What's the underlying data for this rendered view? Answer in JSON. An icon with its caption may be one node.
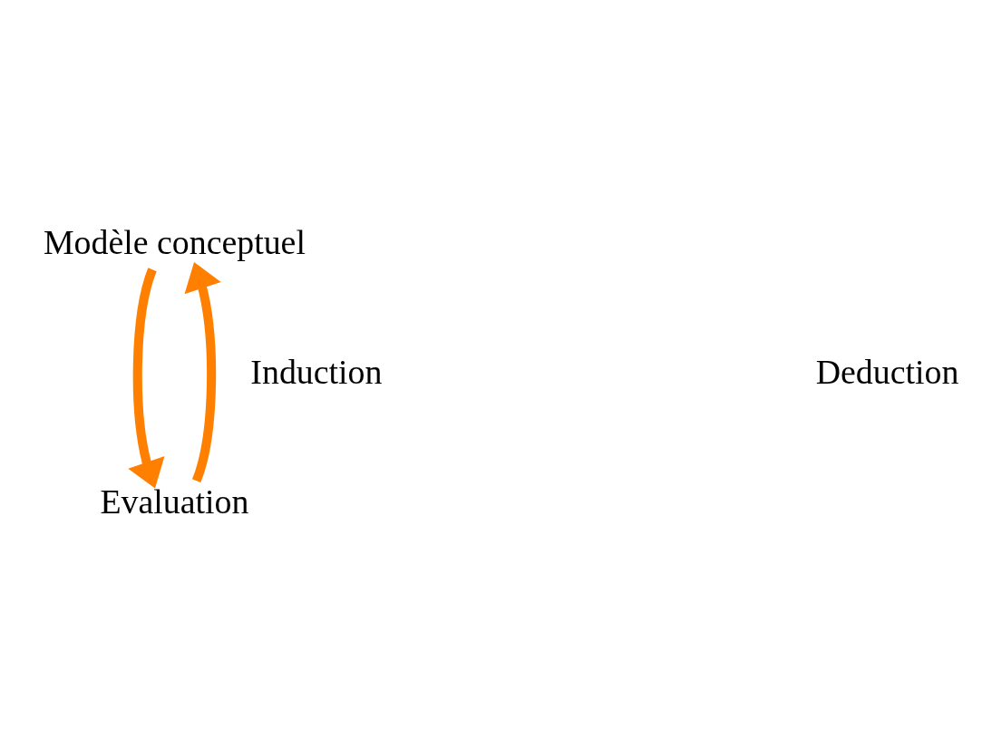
{
  "diagram": {
    "nodes": [
      {
        "text": [
          "Modèle conceptuel"
        ]
      },
      {
        "text": [
          "Evaluation"
        ]
      }
    ],
    "edges": [
      {
        "from": 0,
        "to": 1,
        "arrow": "to"
      },
      {
        "from": 1,
        "to": 0,
        "arrow": "to"
      }
    ],
    "labels": [
      "Induction",
      "Deduction"
    ]
  }
}
